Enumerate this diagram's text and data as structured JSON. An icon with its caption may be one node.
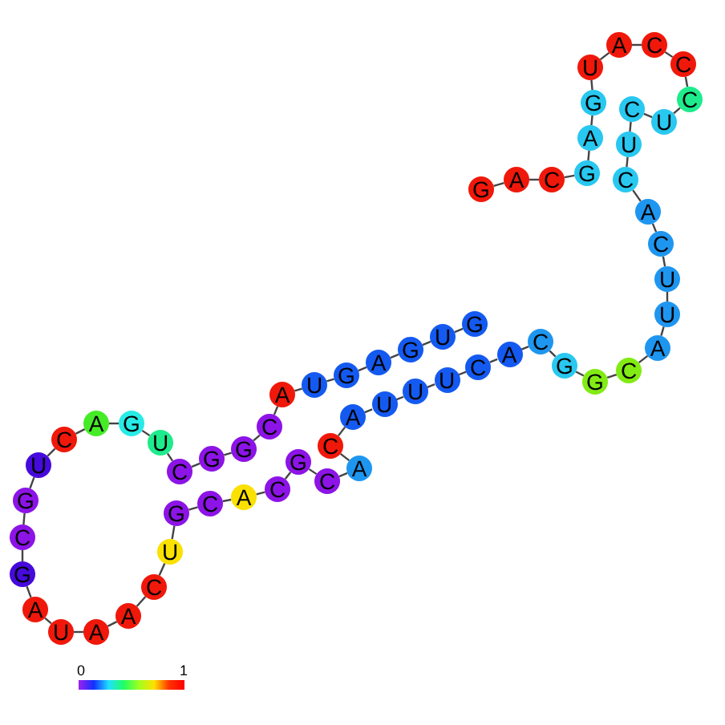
{
  "diagram": {
    "nodes": [
      {
        "text": [
          "G"
        ]
      },
      {
        "text": [
          "A"
        ]
      },
      {
        "text": [
          "C"
        ]
      },
      {
        "text": [
          "G"
        ]
      },
      {
        "text": [
          "A"
        ]
      },
      {
        "text": [
          "G"
        ]
      },
      {
        "text": [
          "U"
        ]
      },
      {
        "text": [
          "A"
        ]
      },
      {
        "text": [
          "C"
        ]
      },
      {
        "text": [
          "C"
        ]
      },
      {
        "text": [
          "C"
        ]
      },
      {
        "text": [
          "U"
        ]
      },
      {
        "text": [
          "C"
        ]
      },
      {
        "text": [
          "U"
        ]
      },
      {
        "text": [
          "C"
        ]
      },
      {
        "text": [
          "A"
        ]
      },
      {
        "text": [
          "C"
        ]
      },
      {
        "text": [
          "U"
        ]
      },
      {
        "text": [
          "U"
        ]
      },
      {
        "text": [
          "A"
        ]
      },
      {
        "text": [
          "C"
        ]
      },
      {
        "text": [
          "G"
        ]
      },
      {
        "text": [
          "G"
        ]
      },
      {
        "text": [
          "C"
        ]
      },
      {
        "text": [
          "A"
        ]
      },
      {
        "text": [
          "C"
        ]
      },
      {
        "text": [
          "U"
        ]
      },
      {
        "text": [
          "U"
        ]
      },
      {
        "text": [
          "U"
        ]
      },
      {
        "text": [
          "A"
        ]
      },
      {
        "text": [
          "C"
        ]
      },
      {
        "text": [
          "A"
        ]
      },
      {
        "text": [
          "C"
        ]
      },
      {
        "text": [
          "G"
        ]
      },
      {
        "text": [
          "C"
        ]
      },
      {
        "text": [
          "A"
        ]
      },
      {
        "text": [
          "C"
        ]
      },
      {
        "text": [
          "G"
        ]
      },
      {
        "text": [
          "U"
        ]
      },
      {
        "text": [
          "C"
        ]
      },
      {
        "text": [
          "A"
        ]
      },
      {
        "text": [
          "A"
        ]
      },
      {
        "text": [
          "U"
        ]
      },
      {
        "text": [
          "A"
        ]
      },
      {
        "text": [
          "G"
        ]
      },
      {
        "text": [
          "C"
        ]
      },
      {
        "text": [
          "G"
        ]
      },
      {
        "text": [
          "U"
        ]
      },
      {
        "text": [
          "C"
        ]
      },
      {
        "text": [
          "A"
        ]
      },
      {
        "text": [
          "G"
        ]
      },
      {
        "text": [
          "U"
        ]
      },
      {
        "text": [
          "C"
        ]
      },
      {
        "text": [
          "G"
        ]
      },
      {
        "text": [
          "G"
        ]
      },
      {
        "text": [
          "C"
        ]
      },
      {
        "text": [
          "A"
        ]
      },
      {
        "text": [
          "U"
        ]
      },
      {
        "text": [
          "G"
        ]
      },
      {
        "text": [
          "A"
        ]
      },
      {
        "text": [
          "G"
        ]
      },
      {
        "text": [
          "U"
        ]
      },
      {
        "text": [
          "G"
        ]
      }
    ],
    "edges": [
      {
        "from": 0,
        "to": 1,
        "arrow": "none"
      },
      {
        "from": 1,
        "to": 2,
        "arrow": "none"
      },
      {
        "from": 2,
        "to": 3,
        "arrow": "none"
      },
      {
        "from": 3,
        "to": 4,
        "arrow": "none"
      },
      {
        "from": 4,
        "to": 5,
        "arrow": "none"
      },
      {
        "from": 5,
        "to": 6,
        "arrow": "none"
      },
      {
        "from": 6,
        "to": 7,
        "arrow": "none"
      },
      {
        "from": 7,
        "to": 8,
        "arrow": "none"
      },
      {
        "from": 8,
        "to": 9,
        "arrow": "none"
      },
      {
        "from": 9,
        "to": 10,
        "arrow": "none"
      },
      {
        "from": 10,
        "to": 11,
        "arrow": "none"
      },
      {
        "from": 11,
        "to": 12,
        "arrow": "none"
      },
      {
        "from": 12,
        "to": 13,
        "arrow": "none"
      },
      {
        "from": 13,
        "to": 14,
        "arrow": "none"
      },
      {
        "from": 14,
        "to": 15,
        "arrow": "none"
      },
      {
        "from": 15,
        "to": 16,
        "arrow": "none"
      },
      {
        "from": 16,
        "to": 17,
        "arrow": "none"
      },
      {
        "from": 17,
        "to": 18,
        "arrow": "none"
      },
      {
        "from": 18,
        "to": 19,
        "arrow": "none"
      },
      {
        "from": 19,
        "to": 20,
        "arrow": "none"
      },
      {
        "from": 20,
        "to": 21,
        "arrow": "none"
      },
      {
        "from": 21,
        "to": 22,
        "arrow": "none"
      },
      {
        "from": 22,
        "to": 23,
        "arrow": "none"
      },
      {
        "from": 23,
        "to": 24,
        "arrow": "none"
      },
      {
        "from": 24,
        "to": 25,
        "arrow": "none"
      },
      {
        "from": 25,
        "to": 26,
        "arrow": "none"
      },
      {
        "from": 26,
        "to": 27,
        "arrow": "none"
      },
      {
        "from": 27,
        "to": 28,
        "arrow": "none"
      },
      {
        "from": 28,
        "to": 29,
        "arrow": "none"
      },
      {
        "from": 29,
        "to": 30,
        "arrow": "none"
      },
      {
        "from": 30,
        "to": 31,
        "arrow": "none"
      },
      {
        "from": 31,
        "to": 32,
        "arrow": "none"
      },
      {
        "from": 32,
        "to": 33,
        "arrow": "none"
      },
      {
        "from": 33,
        "to": 34,
        "arrow": "none"
      },
      {
        "from": 34,
        "to": 35,
        "arrow": "none"
      },
      {
        "from": 35,
        "to": 36,
        "arrow": "none"
      },
      {
        "from": 36,
        "to": 37,
        "arrow": "none"
      },
      {
        "from": 37,
        "to": 38,
        "arrow": "none"
      },
      {
        "from": 38,
        "to": 39,
        "arrow": "none"
      },
      {
        "from": 39,
        "to": 40,
        "arrow": "none"
      },
      {
        "from": 40,
        "to": 41,
        "arrow": "none"
      },
      {
        "from": 41,
        "to": 42,
        "arrow": "none"
      },
      {
        "from": 42,
        "to": 43,
        "arrow": "none"
      },
      {
        "from": 43,
        "to": 44,
        "arrow": "none"
      },
      {
        "from": 44,
        "to": 45,
        "arrow": "none"
      },
      {
        "from": 45,
        "to": 46,
        "arrow": "none"
      },
      {
        "from": 46,
        "to": 47,
        "arrow": "none"
      },
      {
        "from": 47,
        "to": 48,
        "arrow": "none"
      },
      {
        "from": 48,
        "to": 49,
        "arrow": "none"
      },
      {
        "from": 49,
        "to": 50,
        "arrow": "none"
      },
      {
        "from": 50,
        "to": 51,
        "arrow": "none"
      },
      {
        "from": 51,
        "to": 52,
        "arrow": "none"
      },
      {
        "from": 52,
        "to": 53,
        "arrow": "none"
      },
      {
        "from": 53,
        "to": 54,
        "arrow": "none"
      },
      {
        "from": 54,
        "to": 55,
        "arrow": "none"
      },
      {
        "from": 55,
        "to": 56,
        "arrow": "none"
      },
      {
        "from": 56,
        "to": 57,
        "arrow": "none"
      },
      {
        "from": 57,
        "to": 58,
        "arrow": "none"
      },
      {
        "from": 58,
        "to": 59,
        "arrow": "none"
      },
      {
        "from": 59,
        "to": 60,
        "arrow": "none"
      },
      {
        "from": 60,
        "to": 61,
        "arrow": "none"
      },
      {
        "from": 61,
        "to": 62,
        "arrow": "none"
      }
    ],
    "labels": [
      "0",
      "1"
    ]
  }
}
